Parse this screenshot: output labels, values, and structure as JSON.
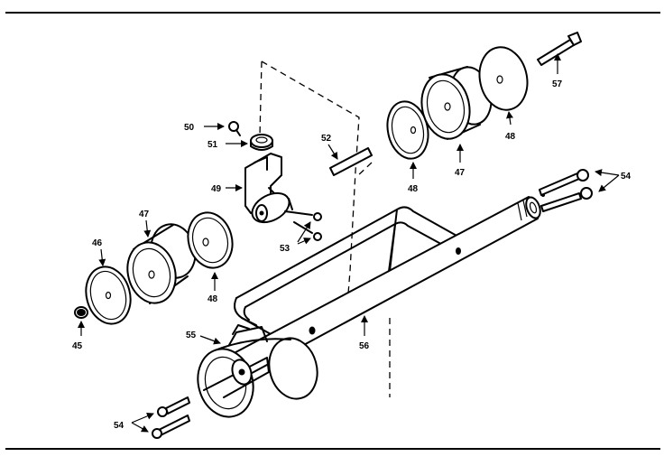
{
  "callouts": {
    "c45": "45",
    "c46": "46",
    "c47_left": "47",
    "c48_left": "48",
    "c49": "49",
    "c50": "50",
    "c51": "51",
    "c52": "52",
    "c53": "53",
    "c48_mid": "48",
    "c47_right": "47",
    "c48_right": "48",
    "c57": "57",
    "c54_right": "54",
    "c55": "55",
    "c56": "56",
    "c54_left": "54"
  }
}
